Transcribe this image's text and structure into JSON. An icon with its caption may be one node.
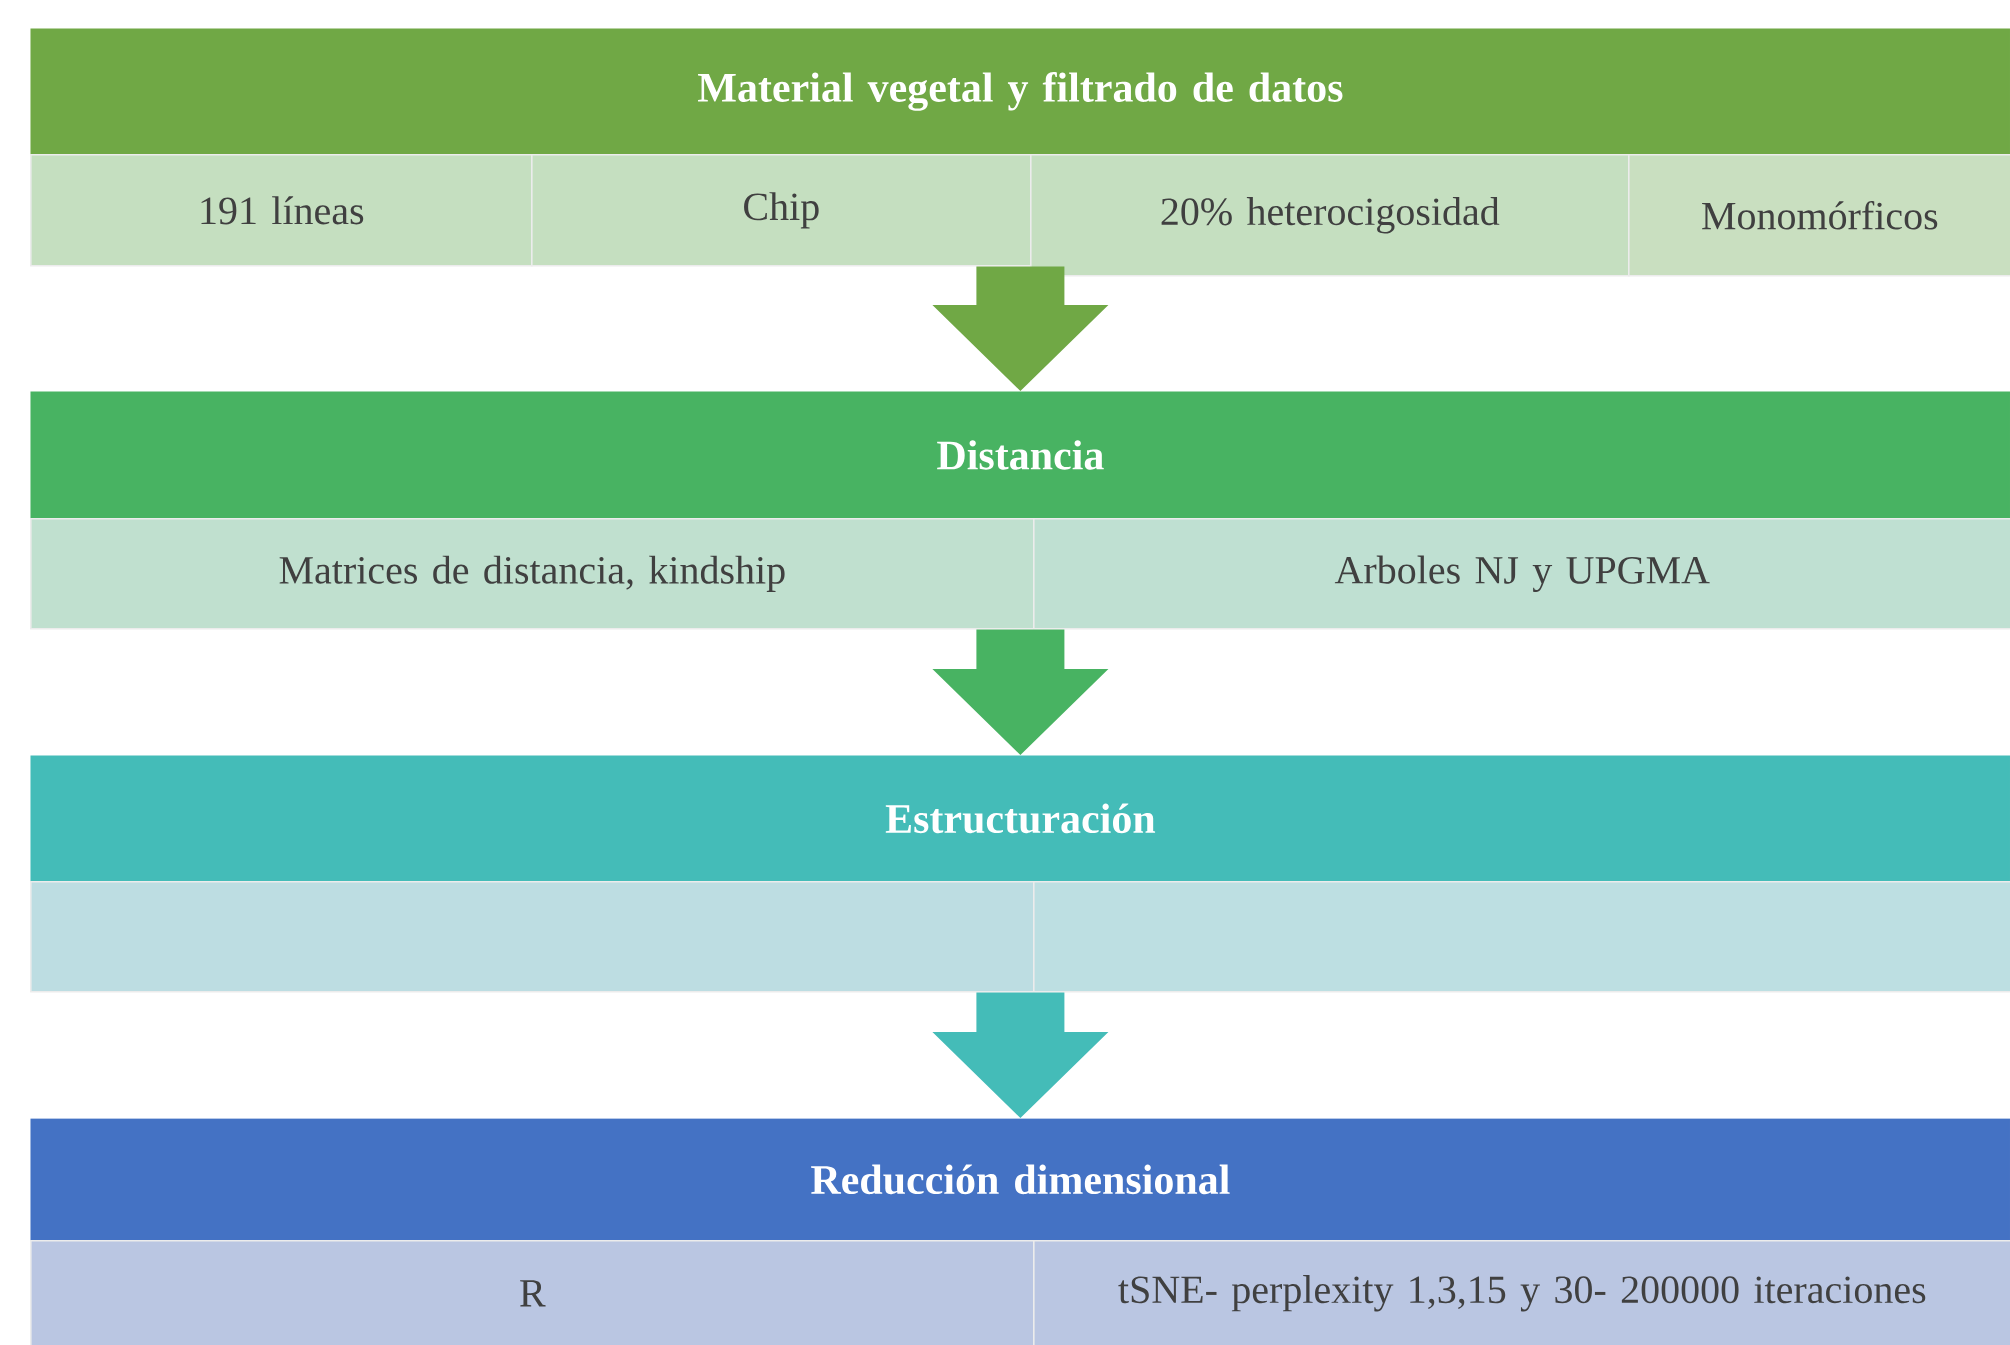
{
  "diagram": {
    "nodes": [
      {
        "text": [
          "Material vegetal y filtrado de datos"
        ]
      },
      {
        "text": [
          "191 líneas"
        ]
      },
      {
        "text": [
          "Chip"
        ]
      },
      {
        "text": [
          "20% heterocigosidad"
        ]
      },
      {
        "text": [
          "Monomórficos"
        ]
      },
      {
        "text": [
          "Distancia"
        ]
      },
      {
        "text": [
          "Matrices de distancia, kindship"
        ]
      },
      {
        "text": [
          "Arboles NJ y UPGMA"
        ]
      },
      {
        "text": [
          "Estructuración"
        ]
      },
      {
        "text": [],
        "shape": "box"
      },
      {
        "text": [],
        "shape": "box"
      },
      {
        "text": [
          "Reducción dimensional"
        ]
      },
      {
        "text": [
          "R"
        ]
      },
      {
        "text": [
          "tSNE- perplexity 1,3,15 y 30- 200000 iteraciones"
        ]
      }
    ],
    "edges": [
      {
        "from": 0,
        "to": 5,
        "arrow": "to",
        "color": "#70a845"
      },
      {
        "from": 5,
        "to": 8,
        "arrow": "to",
        "color": "#48b362"
      },
      {
        "from": 8,
        "to": 11,
        "arrow": "to",
        "color": "#44bcb8"
      }
    ]
  }
}
